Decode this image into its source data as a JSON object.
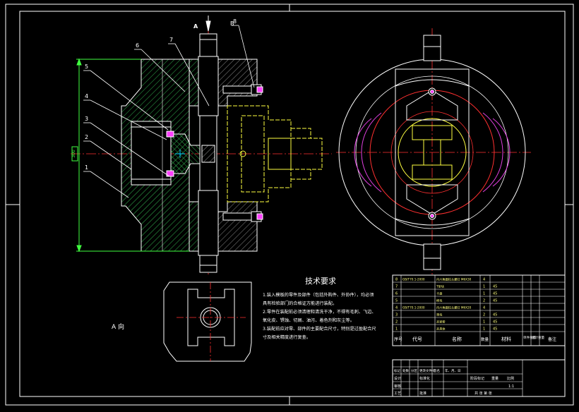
{
  "colors": {
    "background": "#000000",
    "outline": "#ffffff",
    "centerline": "#ff3030",
    "part_yellow": "#ffff40",
    "dimension_green": "#40ff40",
    "arc_magenta": "#e040e0",
    "bolt_magenta": "#ff40ff",
    "cyan": "#00c8ff",
    "title_text": "#ffff80"
  },
  "view_labels": {
    "arrow_a": "A",
    "leader_b": "B",
    "section_a_view": "A 向"
  },
  "part_numbers": [
    "1",
    "2",
    "3",
    "4",
    "5",
    "6",
    "7",
    "8"
  ],
  "dimension_text": "300",
  "tech_requirements": {
    "title": "技术要求",
    "items": [
      "1.装入模板的零件及部件（包括外购件、外协件），均必须",
      "具有检验部门的合格证方能进行装配。",
      "2.零件在装配前必须清理和清洗干净，不得有毛刺、飞边、",
      "氧化皮、锈蚀、切屑、油污、着色剂和灰尘等。",
      "3.装配前应对零、部件的主要配合尺寸，特别是过盈配合尺",
      "寸及相关精度进行复查。"
    ]
  },
  "parts_list": {
    "rows": [
      {
        "no": "8",
        "code": "GB/T70.1-2000",
        "name": "内六角圆柱头螺钉 M6X30",
        "qty": "4",
        "material": ""
      },
      {
        "no": "7",
        "code": "",
        "name": "T型块",
        "qty": "1",
        "material": "45"
      },
      {
        "no": "6",
        "code": "",
        "name": "卡盘",
        "qty": "1",
        "material": "45"
      },
      {
        "no": "5",
        "code": "",
        "name": "楔块",
        "qty": "2",
        "material": "45"
      },
      {
        "no": "4",
        "code": "GB/T70.1-2000",
        "name": "内六角圆柱头螺钉 M6X20",
        "qty": "4",
        "material": ""
      },
      {
        "no": "3",
        "code": "",
        "name": "滑块",
        "qty": "2",
        "material": "45"
      },
      {
        "no": "2",
        "code": "",
        "name": "夹紧套",
        "qty": "1",
        "material": "45"
      },
      {
        "no": "1",
        "code": "",
        "name": "夹具体",
        "qty": "1",
        "material": "45"
      }
    ],
    "header": {
      "no": "序号",
      "code": "代号",
      "name": "名称",
      "qty": "数量",
      "material": "材料",
      "unit_weight": "单件重量",
      "total_weight": "总计重量",
      "remark": "备注"
    }
  },
  "title_block": {
    "row1": [
      "标记",
      "处数",
      "分区",
      "更改文件号",
      "签名",
      "年、月、日"
    ],
    "designer": "设计",
    "standardize": "标准化",
    "review": "审核",
    "process": "工艺",
    "approve": "批准",
    "stage_label": "阶段标记",
    "weight_label": "重量",
    "scale_label": "比例",
    "scale_value": "1:1",
    "sheet_info": "共  张  第  张"
  }
}
